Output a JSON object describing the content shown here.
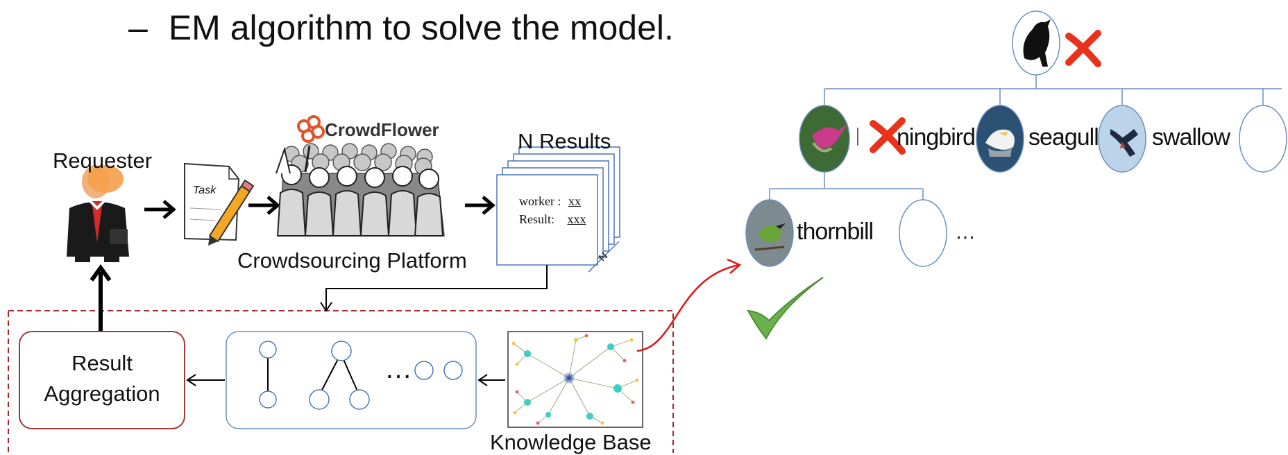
{
  "bullet": {
    "dash": "–",
    "text": "EM algorithm to solve the model."
  },
  "left_diagram": {
    "requester_label": "Requester",
    "task_label": "Task",
    "crowdflower_logo": "CrowdFlower",
    "platform_label": "Crowdsourcing Platform",
    "results_label": "N Results",
    "result_card": {
      "worker_label": "worker :",
      "worker_value": "xx",
      "result_label": "Result:",
      "result_value": "xxx",
      "stack_marker": "N"
    },
    "aggregation_label_line1": "Result",
    "aggregation_label_line2": "Aggregation",
    "ellipsis": "…",
    "knowledge_base_label": "Knowledge Base"
  },
  "taxonomy": {
    "nodes": [
      {
        "name": "ningbird",
        "mark": "cross"
      },
      {
        "name": "seagull",
        "mark": "none"
      },
      {
        "name": "swallow",
        "mark": "none"
      },
      {
        "name": "thornbill",
        "mark": "check"
      }
    ],
    "ellipsis": "…",
    "colors": {
      "node_border": "#7a9cc0",
      "cross": "#e8331c",
      "check": "#6ab04c",
      "dashed_frame": "#a32a2a",
      "connector": "#e01414"
    }
  }
}
